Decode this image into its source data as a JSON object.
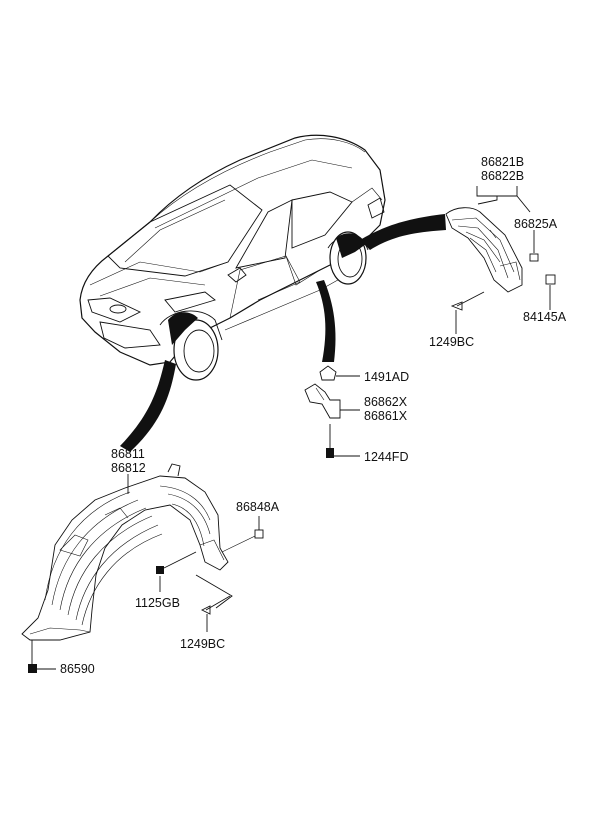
{
  "callouts": {
    "rear_liner_upper": "86821B",
    "rear_liner_lower": "86822B",
    "rear_liner_nut": "86825A",
    "rear_liner_screw": "1249BC",
    "rear_liner_clip": "84145A",
    "mudguard_clip": "1491AD",
    "mudguard_upper": "86862X",
    "mudguard_lower": "86861X",
    "mudguard_bolt": "1244FD",
    "front_liner_upper": "86811",
    "front_liner_lower": "86812",
    "front_liner_nut": "86848A",
    "front_liner_bolt": "1125GB",
    "front_liner_screw": "1249BC",
    "front_liner_clip": "86590"
  },
  "colors": {
    "ink": "#111111",
    "background": "#ffffff"
  }
}
